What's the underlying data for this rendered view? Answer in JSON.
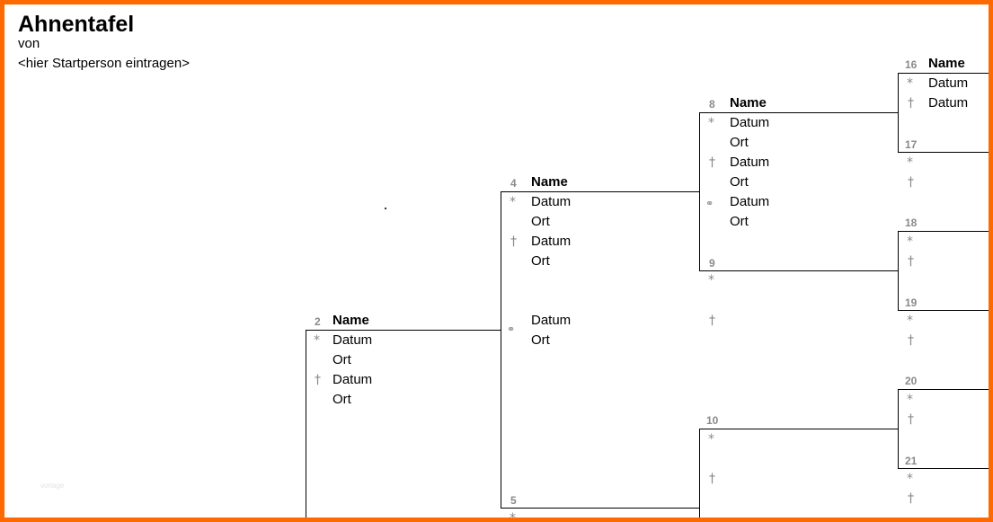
{
  "header": {
    "title": "Ahnentafel",
    "subtitle": "von",
    "start_person": "<hier Startperson eintragen>"
  },
  "symbols": {
    "birth": "*",
    "death": "†",
    "marriage": "⚭"
  },
  "labels": {
    "name": "Name",
    "date": "Datum",
    "place": "Ort"
  },
  "persons": {
    "p2": {
      "number": "2"
    },
    "p4": {
      "number": "4"
    },
    "p5": {
      "number": "5"
    },
    "p8": {
      "number": "8"
    },
    "p9": {
      "number": "9"
    },
    "p10": {
      "number": "10"
    },
    "p16": {
      "number": "16"
    },
    "p17": {
      "number": "17"
    },
    "p18": {
      "number": "18"
    },
    "p19": {
      "number": "19"
    },
    "p20": {
      "number": "20"
    },
    "p21": {
      "number": "21"
    }
  },
  "watermark": "vorlage"
}
